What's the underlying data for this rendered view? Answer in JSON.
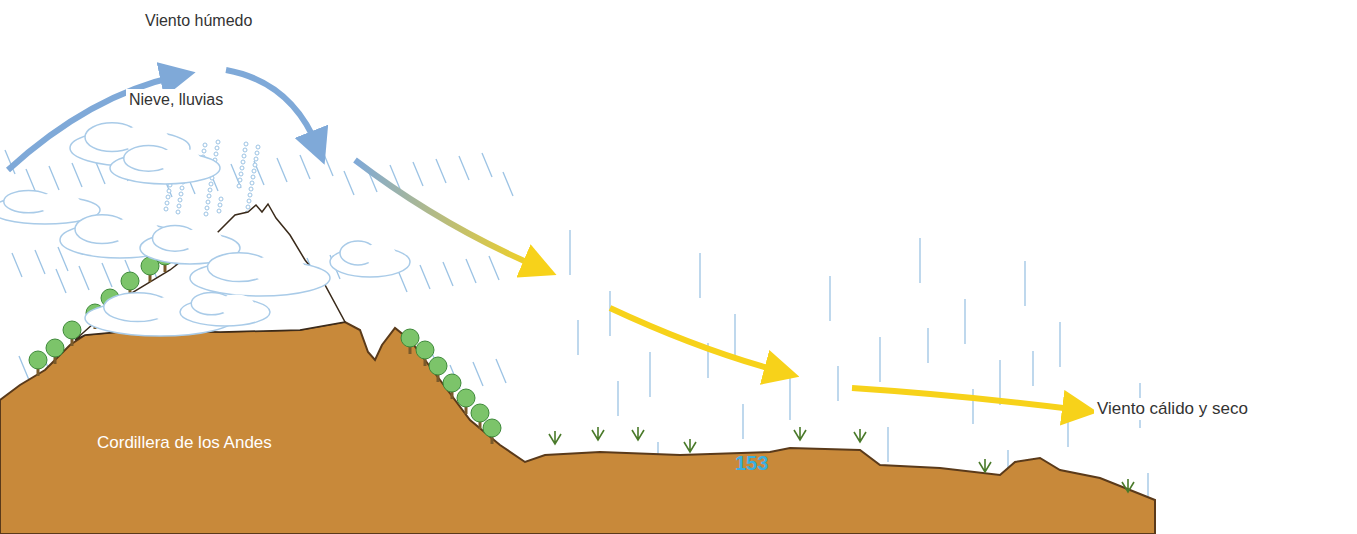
{
  "diagram": {
    "labels": [
      "Viento húmedo",
      "Nieve, lluvias",
      "Cordillera de los Andes",
      "153",
      "Viento cálido y seco"
    ]
  }
}
